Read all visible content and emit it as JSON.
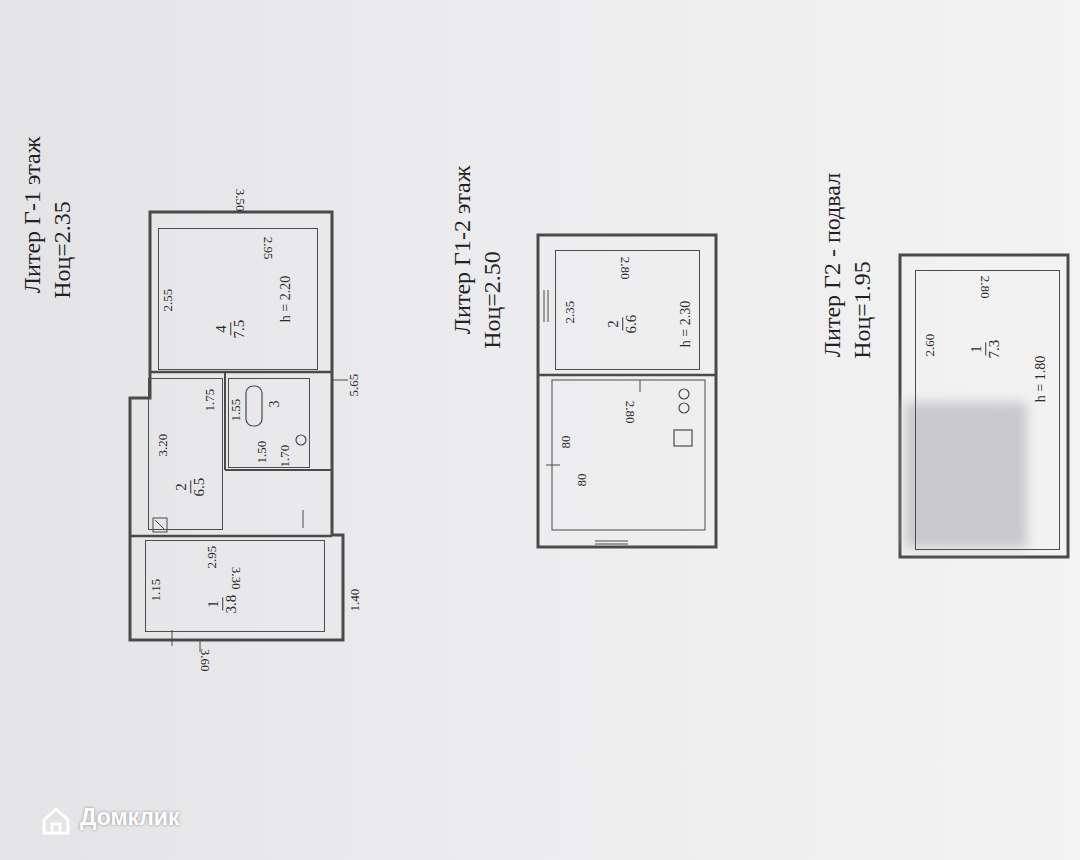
{
  "diagram": {
    "nodes": [
      {
        "text": [
          "4",
          "7.5",
          "h = 2.20"
        ]
      },
      {
        "text": [
          "2",
          "6.5"
        ]
      },
      {
        "text": [
          "3"
        ]
      },
      {
        "text": [
          "1",
          "3.8"
        ]
      },
      {
        "text": [
          "2",
          "6.6",
          "h = 2.30"
        ]
      },
      {
        "text": [
          "1",
          "7.3",
          "h = 1.80"
        ]
      }
    ],
    "labels": [
      "Литер Г-1 этаж",
      "Ноц=2.35",
      "Литер Г1-2 этаж",
      "Ноц=2.50",
      "Литер Г2 - подвал",
      "Ноц=1.95",
      "3.50",
      "2.95",
      "2.55",
      "5.65",
      "1.75",
      "3.20",
      "1.55",
      "1.50",
      "1.70",
      "2.95",
      "3.30",
      "1.15",
      "1.40",
      "3.60",
      "2.35",
      "2.80",
      "2.80",
      "80",
      "80",
      "2.60",
      "2.80",
      "Домклик"
    ]
  }
}
